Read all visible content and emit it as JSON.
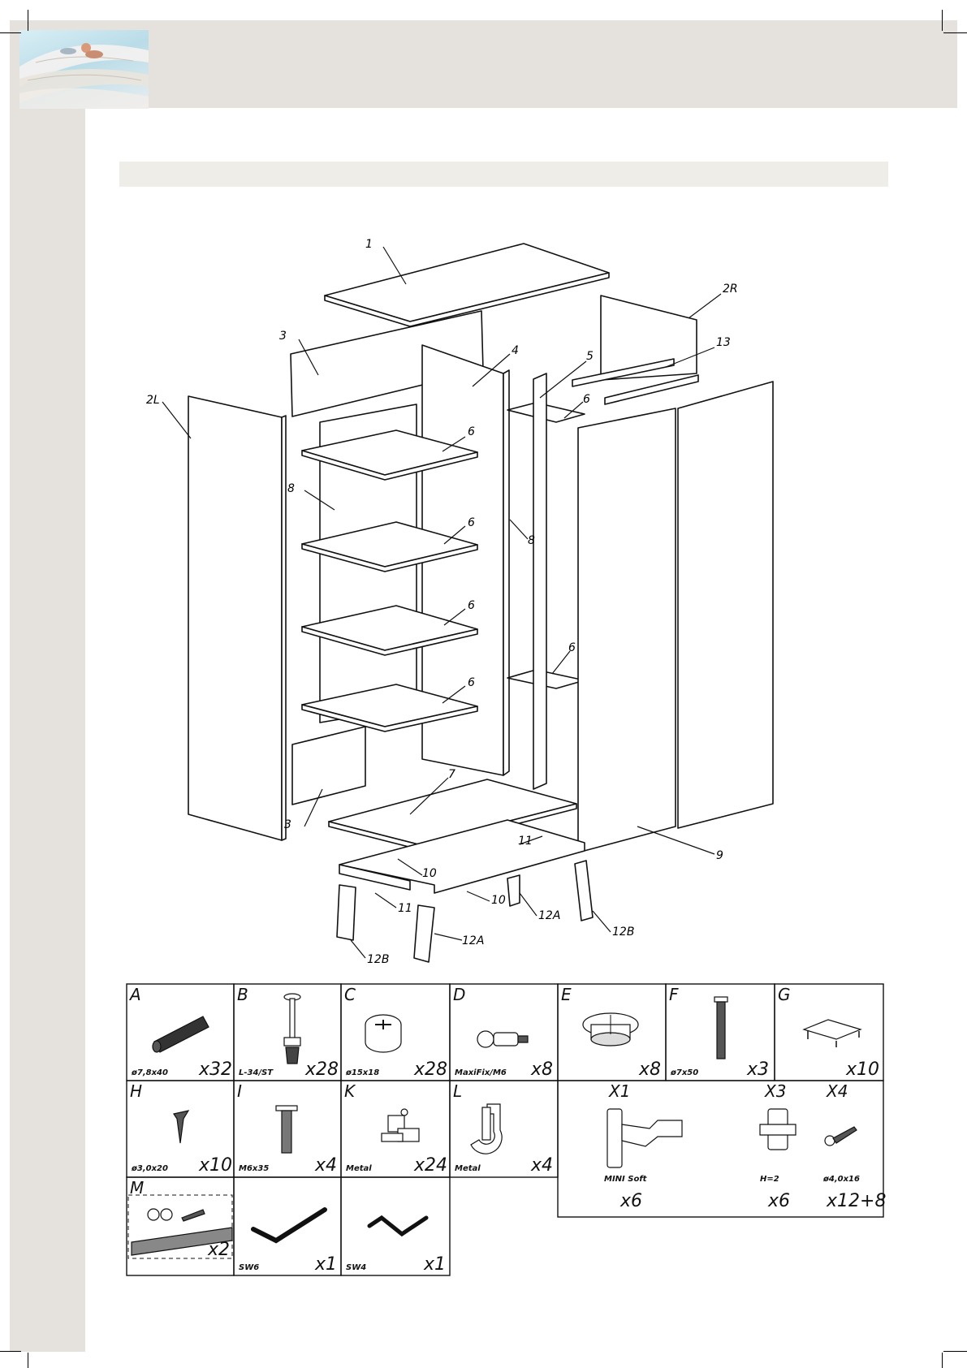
{
  "diagram": {
    "labels": [
      "1",
      "2R",
      "3",
      "4",
      "5",
      "6",
      "6",
      "2L",
      "13",
      "8",
      "6",
      "6",
      "8",
      "6",
      "6",
      "6",
      "7",
      "3",
      "11",
      "9",
      "10",
      "11",
      "10",
      "12A",
      "12B",
      "12A",
      "12B"
    ]
  },
  "hardware": [
    {
      "letter": "A",
      "spec": "ø7,8x40",
      "qty": "x32"
    },
    {
      "letter": "B",
      "spec": "L-34/ST",
      "qty": "x28"
    },
    {
      "letter": "C",
      "spec": "ø15x18",
      "qty": "x28"
    },
    {
      "letter": "D",
      "spec": "MaxiFix/M6",
      "qty": "x8"
    },
    {
      "letter": "E",
      "spec": "",
      "qty": "x8"
    },
    {
      "letter": "F",
      "spec": "ø7x50",
      "qty": "x3"
    },
    {
      "letter": "G",
      "spec": "",
      "qty": "x10"
    },
    {
      "letter": "H",
      "spec": "ø3,0x20",
      "qty": "x10"
    },
    {
      "letter": "I",
      "spec": "M6x35",
      "qty": "x4"
    },
    {
      "letter": "K",
      "spec": "Metal",
      "qty": "x24"
    },
    {
      "letter": "L",
      "spec": "Metal",
      "qty": "x4"
    },
    {
      "letter": "M",
      "spec": "",
      "qty": "x2"
    },
    {
      "letter": "",
      "spec": "SW6",
      "qty": "x1"
    },
    {
      "letter": "",
      "spec": "SW4",
      "qty": "x1"
    }
  ],
  "hinge_set": {
    "items": [
      {
        "letter": "X1",
        "spec": "MINI Soft",
        "qty": "x6"
      },
      {
        "letter": "X3",
        "spec": "H=2",
        "qty": "x6"
      },
      {
        "letter": "X4",
        "spec": "ø4,0x16",
        "qty": "x12+8"
      }
    ]
  }
}
